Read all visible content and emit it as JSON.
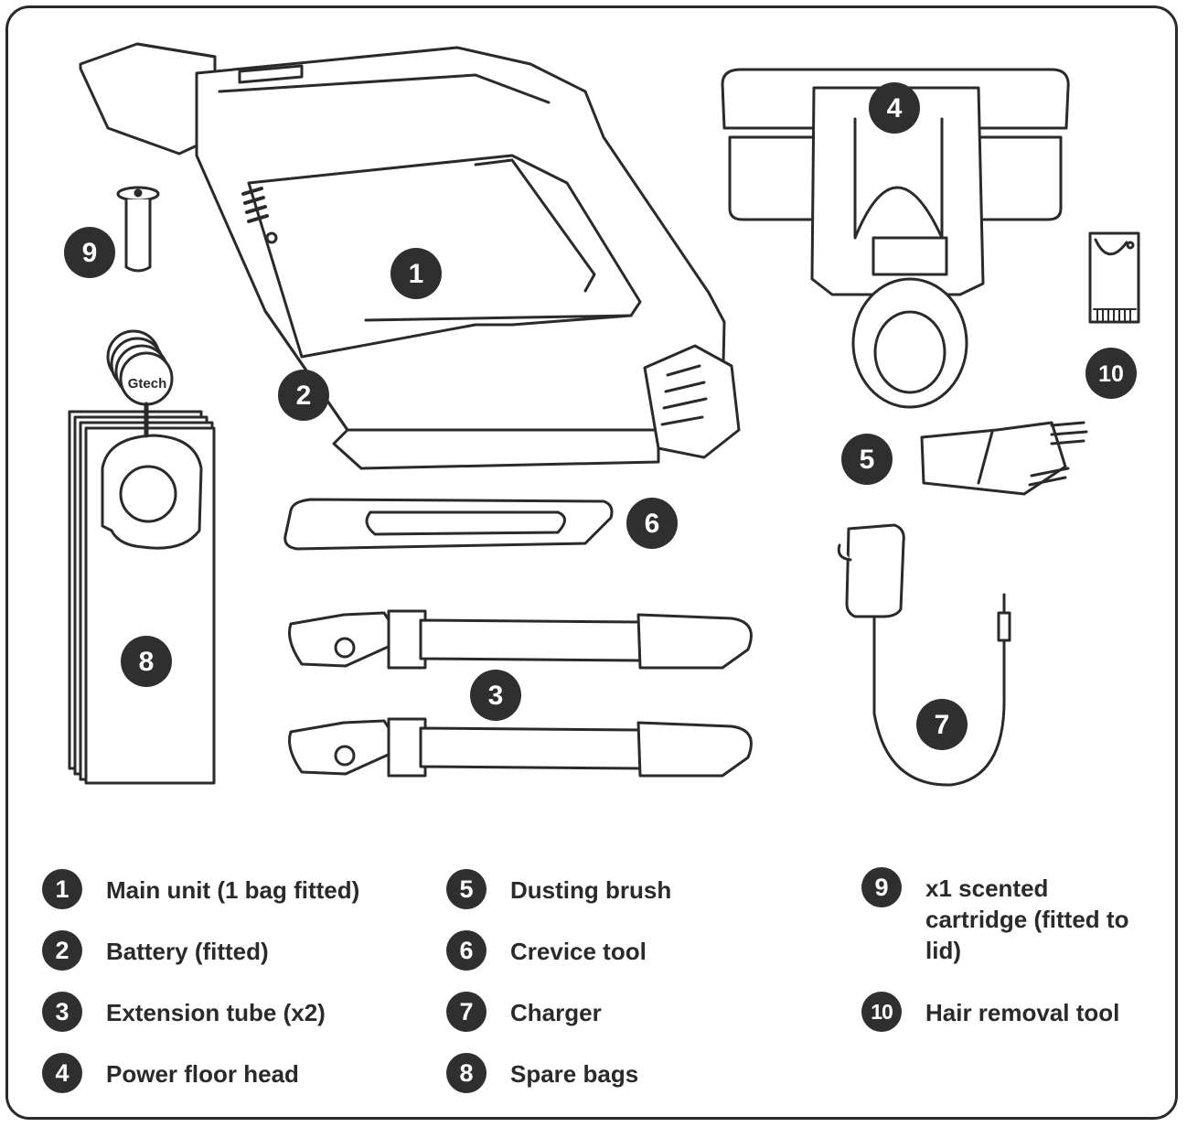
{
  "brand_text": "Gtech",
  "callouts": [
    {
      "num": "1"
    },
    {
      "num": "2"
    },
    {
      "num": "3"
    },
    {
      "num": "4"
    },
    {
      "num": "5"
    },
    {
      "num": "6"
    },
    {
      "num": "7"
    },
    {
      "num": "8"
    },
    {
      "num": "9"
    },
    {
      "num": "10"
    }
  ],
  "legend": [
    {
      "num": "1",
      "label": "Main unit (1 bag fitted)"
    },
    {
      "num": "2",
      "label": "Battery (fitted)"
    },
    {
      "num": "3",
      "label": "Extension tube (x2)"
    },
    {
      "num": "4",
      "label": "Power floor head"
    },
    {
      "num": "5",
      "label": "Dusting brush"
    },
    {
      "num": "6",
      "label": "Crevice tool"
    },
    {
      "num": "7",
      "label": "Charger"
    },
    {
      "num": "8",
      "label": "Spare bags"
    },
    {
      "num": "9",
      "label": "x1 scented cartridge (fitted to lid)"
    },
    {
      "num": "10",
      "label": "Hair removal tool"
    }
  ],
  "colors": {
    "ink": "#2a2a2a",
    "badge": "#2f2f2f",
    "fill": "#ffffff"
  }
}
